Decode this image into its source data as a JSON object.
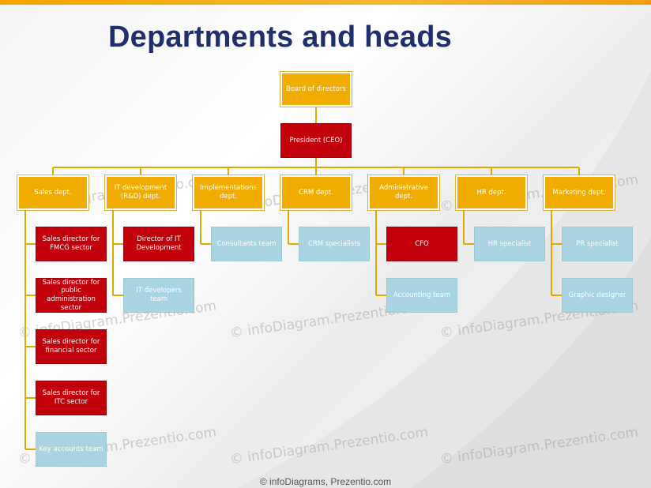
{
  "title": "Departments and heads",
  "footer": "© infoDiagrams, Prezentio.com",
  "watermark": "© infoDiagram.Prezentio.com",
  "colors": {
    "department": "#f0ac00",
    "head": "#c1000b",
    "team": "#a9d4e2",
    "connector": "#e0a800",
    "title": "#1f2e6e"
  },
  "org": {
    "board": "Board of directors",
    "president": "President (CEO)",
    "departments": [
      {
        "name": "Sales dept.",
        "children": [
          {
            "label": "Sales director for FMCG sector",
            "kind": "head"
          },
          {
            "label": "Sales director for public administration sector",
            "kind": "head"
          },
          {
            "label": "Sales director for financial sector",
            "kind": "head"
          },
          {
            "label": "Sales director for ITC sector",
            "kind": "head"
          },
          {
            "label": "Key accounts team",
            "kind": "team"
          }
        ]
      },
      {
        "name": "IT development (R&D) dept.",
        "children": [
          {
            "label": "Director of IT Development",
            "kind": "head"
          },
          {
            "label": "IT developers team",
            "kind": "team"
          }
        ]
      },
      {
        "name": "Implementations dept.",
        "children": [
          {
            "label": "Consultants team",
            "kind": "team"
          }
        ]
      },
      {
        "name": "CRM dept.",
        "children": [
          {
            "label": "CRM specialists",
            "kind": "team"
          }
        ]
      },
      {
        "name": "Administrative dept.",
        "children": [
          {
            "label": "CFO",
            "kind": "head"
          },
          {
            "label": "Accounting team",
            "kind": "team"
          }
        ]
      },
      {
        "name": "HR dept.",
        "children": [
          {
            "label": "HR specialist",
            "kind": "team"
          }
        ]
      },
      {
        "name": "Marketing dept.",
        "children": [
          {
            "label": "PR specialist",
            "kind": "team"
          },
          {
            "label": "Graphic designer",
            "kind": "team"
          }
        ]
      }
    ]
  }
}
